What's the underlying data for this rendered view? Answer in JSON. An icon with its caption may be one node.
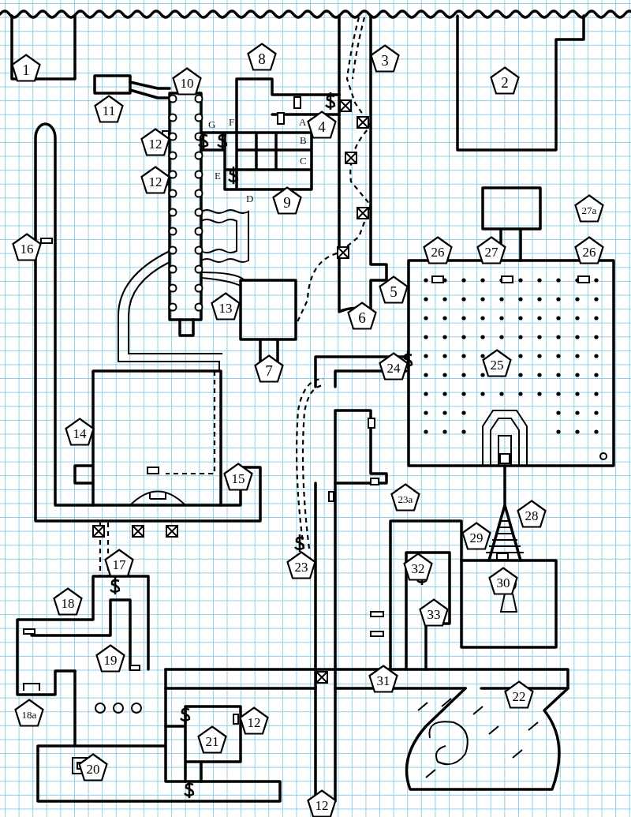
{
  "diagram": {
    "nodes": [
      {
        "text": [
          "1"
        ]
      },
      {
        "text": [
          "3"
        ]
      },
      {
        "text": [
          "8"
        ]
      },
      {
        "text": [
          "10"
        ]
      },
      {
        "text": [
          "2"
        ]
      },
      {
        "text": [
          "11"
        ]
      },
      {
        "text": [
          "4"
        ]
      },
      {
        "text": [
          "12"
        ]
      },
      {
        "text": [
          "12"
        ]
      },
      {
        "text": [
          "9"
        ]
      },
      {
        "text": [
          "27a"
        ]
      },
      {
        "text": [
          "16"
        ]
      },
      {
        "text": [
          "26"
        ]
      },
      {
        "text": [
          "27"
        ]
      },
      {
        "text": [
          "26"
        ]
      },
      {
        "text": [
          "5"
        ]
      },
      {
        "text": [
          "13"
        ]
      },
      {
        "text": [
          "6"
        ]
      },
      {
        "text": [
          "25"
        ]
      },
      {
        "text": [
          "7"
        ]
      },
      {
        "text": [
          "24"
        ]
      },
      {
        "text": [
          "14"
        ]
      },
      {
        "text": [
          "15"
        ]
      },
      {
        "text": [
          "23a"
        ]
      },
      {
        "text": [
          "28"
        ]
      },
      {
        "text": [
          "29"
        ]
      },
      {
        "text": [
          "17"
        ]
      },
      {
        "text": [
          "23"
        ]
      },
      {
        "text": [
          "32"
        ]
      },
      {
        "text": [
          "30"
        ]
      },
      {
        "text": [
          "18"
        ]
      },
      {
        "text": [
          "33"
        ]
      },
      {
        "text": [
          "19"
        ]
      },
      {
        "text": [
          "31"
        ]
      },
      {
        "text": [
          "22"
        ]
      },
      {
        "text": [
          "18a"
        ]
      },
      {
        "text": [
          "12"
        ]
      },
      {
        "text": [
          "21"
        ]
      },
      {
        "text": [
          "20"
        ]
      },
      {
        "text": [
          "12"
        ]
      }
    ],
    "labels": [
      "G",
      "F",
      "A",
      "B",
      "C",
      "E",
      "D"
    ]
  }
}
